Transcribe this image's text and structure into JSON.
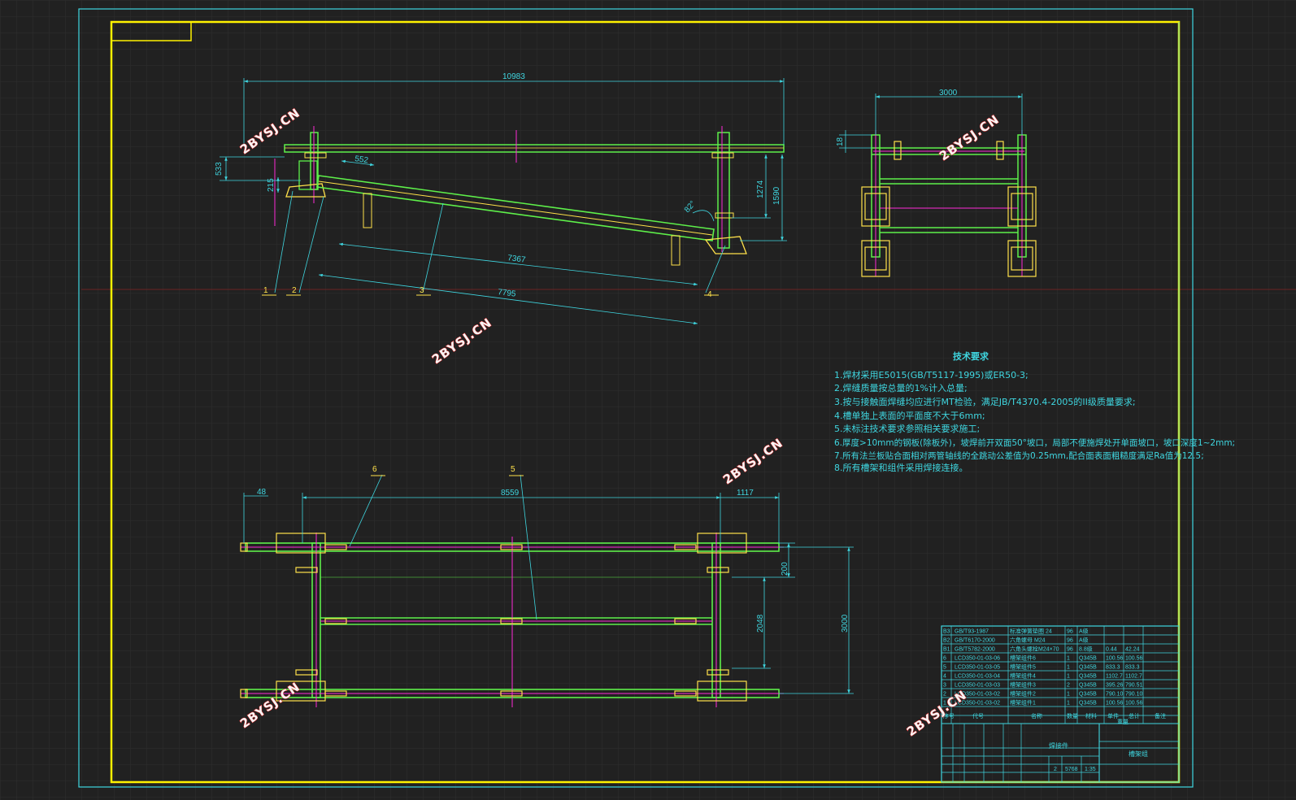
{
  "dimensions": {
    "top_length": "10983",
    "h533": "533",
    "h215": "215",
    "d552": "552",
    "d7367": "7367",
    "d7795": "7795",
    "h1274": "1274",
    "h1590": "1590",
    "angle": "82°",
    "side_width": "3000",
    "side_small": "18",
    "plan_48": "48",
    "plan_8559": "8559",
    "plan_1117": "1117",
    "plan_200": "200",
    "plan_2048": "2048",
    "plan_3000": "3000"
  },
  "balloons": [
    "1",
    "2",
    "3",
    "4",
    "5",
    "6"
  ],
  "notes": {
    "title": "技术要求",
    "lines": [
      "1.焊材采用E5015(GB/T5117-1995)或ER50-3;",
      "2.焊缝质量按总量的1%计入总量;",
      "3.按与接触面焊缝均应进行MT检验，满足JB/T4370.4-2005的II级质量要求;",
      "4.槽单独上表面的平面度不大于6mm;",
      "5.未标注技术要求参照相关要求施工;",
      "6.厚度>10mm的钢板(除板外)，坡焊前开双面50°坡口，局部不便施焊处开单面坡口，坡口深度1~2mm;",
      "7.所有法兰板贴合面相对两管轴线的全跳动公差值为0.25mm,配合面表面粗糙度满足Ra值为12.5;",
      "8.所有槽架和组件采用焊接连接。"
    ]
  },
  "bom": {
    "rows": [
      {
        "no": "B3",
        "code": "GB/T93-1987",
        "name": "标准弹簧垫圈 24",
        "qty": "96",
        "mat": "A级",
        "w1": "",
        "w2": ""
      },
      {
        "no": "B2",
        "code": "GB/T6170-2000",
        "name": "六角螺母 M24",
        "qty": "96",
        "mat": "A级",
        "w1": "",
        "w2": ""
      },
      {
        "no": "B1",
        "code": "GB/T5782-2000",
        "name": "六角头螺栓M24×70",
        "qty": "96",
        "mat": "8.8级",
        "w1": "0.44",
        "w2": "42.24"
      },
      {
        "no": "6",
        "code": "LCD350-01-03-06",
        "name": "槽架组件6",
        "qty": "1",
        "mat": "Q345B",
        "w1": "100.56",
        "w2": "100.56"
      },
      {
        "no": "5",
        "code": "LCD350-01-03-05",
        "name": "槽架组件5",
        "qty": "1",
        "mat": "Q345B",
        "w1": "833.3",
        "w2": "833.3"
      },
      {
        "no": "4",
        "code": "LCD350-01-03-04",
        "name": "槽架组件4",
        "qty": "1",
        "mat": "Q345B",
        "w1": "1102.7",
        "w2": "1102.7"
      },
      {
        "no": "3",
        "code": "LCD350-01-03-03",
        "name": "槽架组件3",
        "qty": "2",
        "mat": "Q345B",
        "w1": "395.26",
        "w2": "790.51"
      },
      {
        "no": "2",
        "code": "LCD350-01-03-02",
        "name": "槽架组件2",
        "qty": "1",
        "mat": "Q345B",
        "w1": "790.10",
        "w2": "790.10"
      },
      {
        "no": "1",
        "code": "LCD350-01-03-02",
        "name": "槽架组件1",
        "qty": "1",
        "mat": "Q345B",
        "w1": "100.56",
        "w2": "100.56"
      }
    ],
    "header": {
      "no": "序号",
      "code": "代号",
      "name": "名称",
      "qty": "数量",
      "mat": "材料",
      "w1": "单件",
      "w2": "总计",
      "w": "重量",
      "remark": "备注"
    },
    "drawing_name": "焊接件",
    "unit_name": "槽架组",
    "qty_label": "2",
    "weight": "5768",
    "scale": "1:35"
  },
  "watermark": "2BYSJ.CN",
  "colors": {
    "background": "#212121",
    "grid": "#2d2d2d",
    "frame_yellow": "#fff200",
    "cyan": "#3fd6e0",
    "green": "#5ef04a",
    "magenta": "#ff2bd6",
    "yellow": "#ffe14a",
    "red_axis": "#7a2020"
  }
}
